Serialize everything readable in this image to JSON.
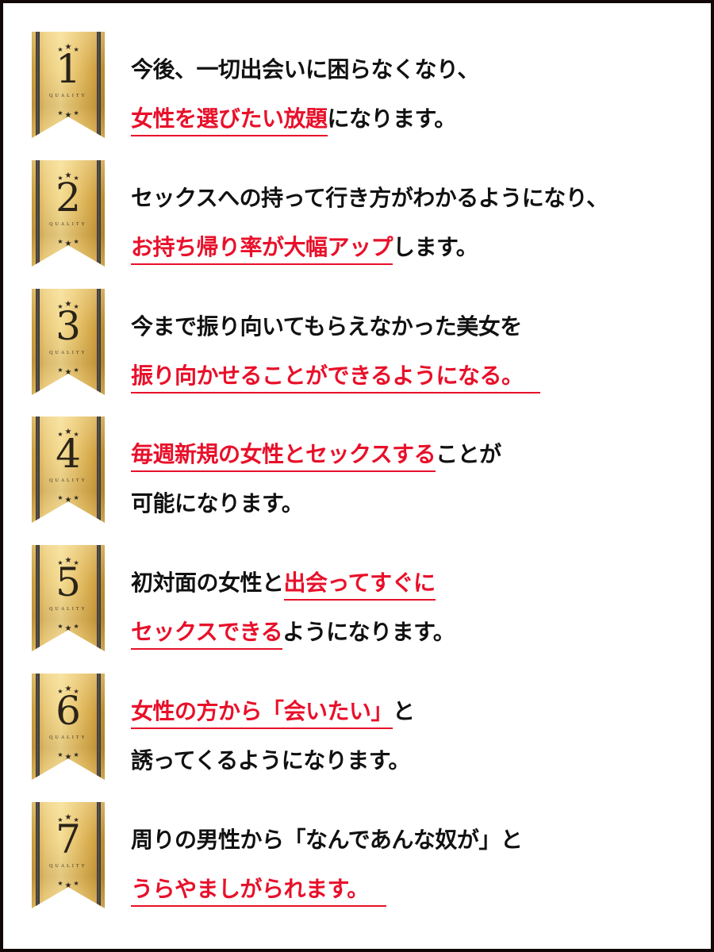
{
  "colors": {
    "highlight": "#e8102a",
    "text": "#111111",
    "border": "#120808",
    "gold_light": "#f5dd95",
    "gold_dark": "#b98a2f",
    "stripe": "#3a3636"
  },
  "badge_label": "QUALITY",
  "badge_icon": "ribbon-badge-icon",
  "items": [
    {
      "number": "1",
      "line1_plain_before": "今後、一切出会いに困らなくなり、",
      "line1_hl": "",
      "line1_plain_after": "",
      "line2_plain_before": "",
      "line2_hl": "女性を選びたい放題",
      "line2_plain_after": "になります。"
    },
    {
      "number": "2",
      "line1_plain_before": "セックスへの持って行き方がわかるようになり、",
      "line1_hl": "",
      "line1_plain_after": "",
      "line2_plain_before": "",
      "line2_hl": "お持ち帰り率が大幅アップ",
      "line2_plain_after": "します。"
    },
    {
      "number": "3",
      "line1_plain_before": "今まで振り向いてもらえなかった美女を",
      "line1_hl": "",
      "line1_plain_after": "",
      "line2_plain_before": "",
      "line2_hl": "振り向かせることができるようになる。",
      "line2_plain_after": ""
    },
    {
      "number": "4",
      "line1_plain_before": "",
      "line1_hl": "毎週新規の女性とセックスする",
      "line1_plain_after": "ことが",
      "line2_plain_before": "可能になります。",
      "line2_hl": "",
      "line2_plain_after": ""
    },
    {
      "number": "5",
      "line1_plain_before": "初対面の女性と",
      "line1_hl": "出会ってすぐに",
      "line1_plain_after": "",
      "line2_plain_before": "",
      "line2_hl": "セックスできる",
      "line2_plain_after": "ようになります。"
    },
    {
      "number": "6",
      "line1_plain_before": "",
      "line1_hl": "女性の方から「会いたい」",
      "line1_plain_after": "と",
      "line2_plain_before": "誘ってくるようになります。",
      "line2_hl": "",
      "line2_plain_after": ""
    },
    {
      "number": "7",
      "line1_plain_before": "周りの男性から「なんであんな奴が」と",
      "line1_hl": "",
      "line1_plain_after": "",
      "line2_plain_before": "",
      "line2_hl": "うらやましがられます。",
      "line2_plain_after": ""
    }
  ]
}
